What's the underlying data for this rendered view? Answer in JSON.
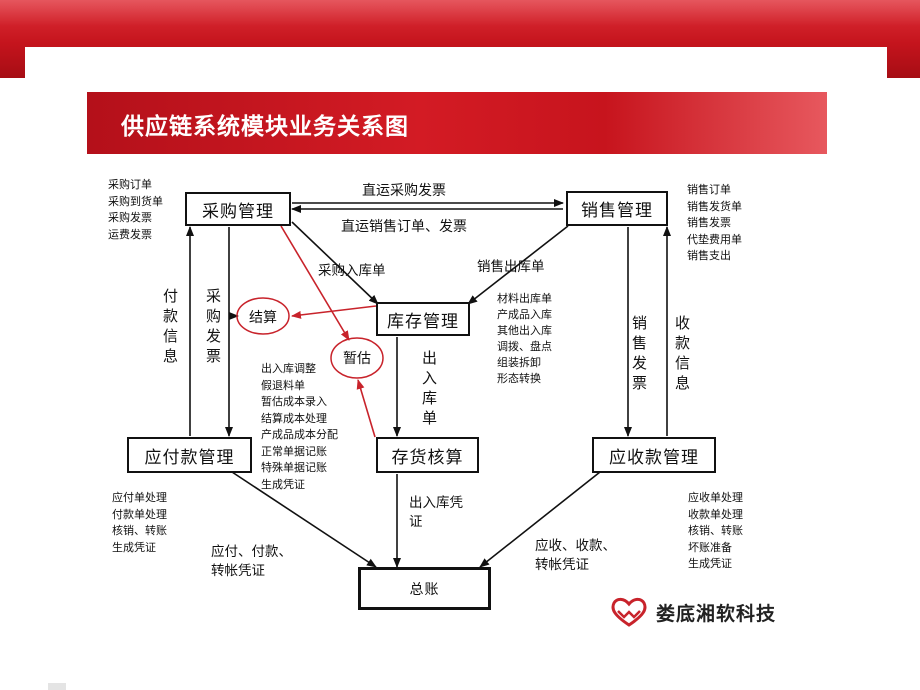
{
  "title": "供应链系统模块业务关系图",
  "nodes": {
    "purchase": "采购管理",
    "sales": "销售管理",
    "inventory": "库存管理",
    "payable": "应付款管理",
    "stock_accounting": "存货核算",
    "receivable": "应收款管理",
    "ledger": "总账"
  },
  "circles": {
    "settle": "结算",
    "provisional": "暂估"
  },
  "lists": {
    "purchase_docs": [
      "采购订单",
      "采购到货单",
      "采购发票",
      "运费发票"
    ],
    "sales_docs": [
      "销售订单",
      "销售发货单",
      "销售发票",
      "代垫费用单",
      "销售支出"
    ],
    "inventory_docs": [
      "材料出库单",
      "产成品入库",
      "其他出入库",
      "调拨、盘点",
      "组装拆卸",
      "形态转换"
    ],
    "accounting_ops": [
      "出入库调整",
      "假退料单",
      "暂估成本录入",
      "结算成本处理",
      "产成品成本分配",
      "正常单据记账",
      "特殊单据记账",
      "生成凭证"
    ],
    "payable_ops": [
      "应付单处理",
      "付款单处理",
      "核销、转账",
      "生成凭证"
    ],
    "receivable_ops": [
      "应收单处理",
      "收款单处理",
      "核销、转账",
      "坏账准备",
      "生成凭证"
    ]
  },
  "edges": {
    "direct_invoice": "直运采购发票",
    "direct_order": "直运销售订单、发票",
    "purchase_in": "采购入库单",
    "sales_out": "销售出库单",
    "payment_info": "付款信息",
    "purchase_invoice": "采购发票",
    "out_in_docs": "出入库单",
    "sales_invoice": "销售发票",
    "receipt_info": "收款信息",
    "voucher": "出入库凭证",
    "payable_voucher_1": "应付、付款、",
    "payable_voucher_2": "转帐凭证",
    "receivable_voucher_1": "应收、收款、",
    "receivable_voucher_2": "转帐凭证"
  },
  "company": "娄底湘软科技",
  "colors": {
    "brand_red": "#c7141d",
    "arrow_red": "#c8232b",
    "line": "#111111"
  }
}
